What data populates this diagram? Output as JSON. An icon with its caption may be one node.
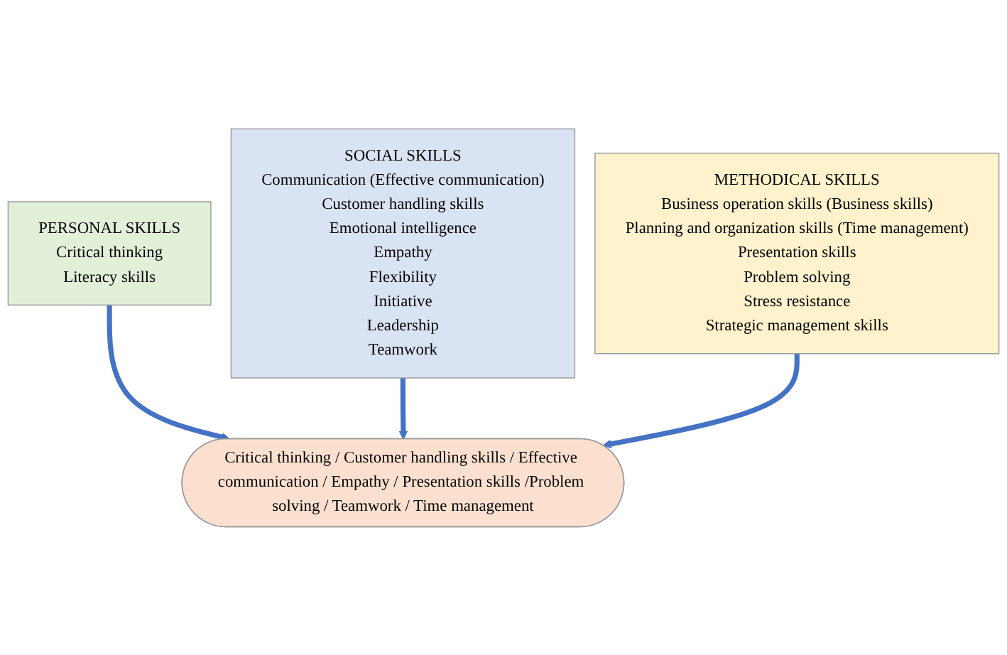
{
  "diagram": {
    "nodes": [
      {
        "text": [
          "PERSONAL SKILLS",
          "Critical thinking",
          "Literacy skills"
        ]
      },
      {
        "text": [
          "SOCIAL SKILLS",
          "Communication (Effective communication)",
          "Customer handling skills",
          "Emotional intelligence",
          "Empathy",
          "Flexibility",
          "Initiative",
          "Leadership",
          "Teamwork"
        ]
      },
      {
        "text": [
          "METHODICAL SKILLS",
          "Business operation skills (Business skills)",
          "Planning and organization skills (Time management)",
          "Presentation skills",
          "Problem solving",
          "Stress resistance",
          "Strategic management skills"
        ]
      },
      {
        "text": [
          "Critical thinking / Customer handling skills / Effective communication / Empathy / Presentation skills /Problem solving / Teamwork / Time management"
        ]
      }
    ],
    "edges": [
      {
        "from": 0,
        "to": 3,
        "arrow": "to"
      },
      {
        "from": 1,
        "to": 3,
        "arrow": "to"
      },
      {
        "from": 2,
        "to": 3,
        "arrow": "to"
      }
    ]
  }
}
